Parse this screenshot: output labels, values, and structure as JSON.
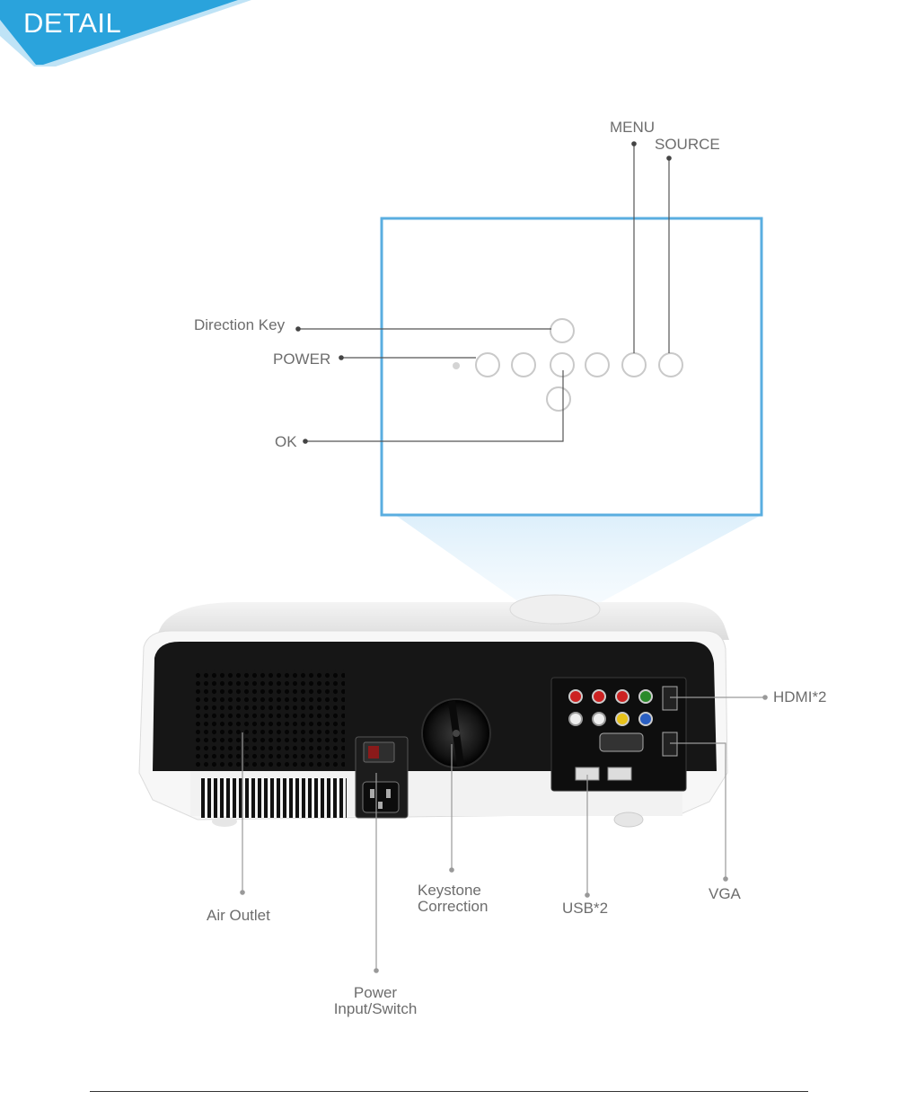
{
  "banner": {
    "title": "DETAIL",
    "color": "#2aa3dc"
  },
  "labels": {
    "menu": "MENU",
    "source": "SOURCE",
    "direction_key": "Direction Key",
    "power": "POWER",
    "ok": "OK",
    "hdmi": "HDMI*2",
    "vga": "VGA",
    "usb": "USB*2",
    "keystone_line1": "Keystone",
    "keystone_line2": "Correction",
    "air_outlet": "Air Outlet",
    "power_input_line1": "Power",
    "power_input_line2": "Input/Switch"
  },
  "icons": {
    "control_buttons": "circle-button-icon",
    "air_vent": "vent-grille-icon",
    "power_socket": "power-socket-icon",
    "lens": "lens-icon"
  },
  "colors": {
    "frame": "#5aaee0",
    "leader": "#555555",
    "leader_light": "#9a9a9a"
  }
}
